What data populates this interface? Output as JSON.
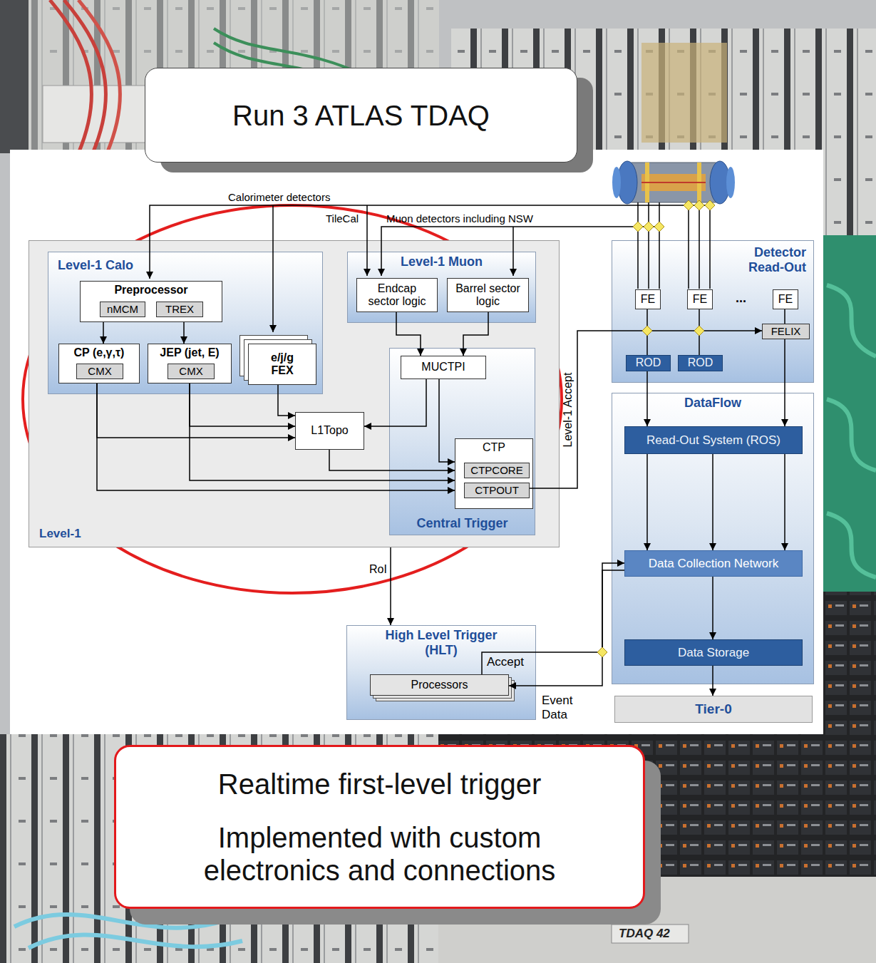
{
  "diagram": {
    "title": "Run 3 ATLAS TDAQ",
    "nodes": [
      {
        "text": [
          "Level-1"
        ]
      },
      {
        "text": [
          "Level-1 Calo"
        ],
        "in": 0
      },
      {
        "text": [
          "Preprocessor"
        ],
        "in": 1
      },
      {
        "text": [
          "nMCM"
        ],
        "in": 2
      },
      {
        "text": [
          "TREX"
        ],
        "in": 2
      },
      {
        "text": [
          "CP (e,γ,τ)"
        ],
        "in": 1
      },
      {
        "text": [
          "CMX"
        ],
        "in": 5
      },
      {
        "text": [
          "JEP (jet, E)"
        ],
        "in": 1
      },
      {
        "text": [
          "CMX"
        ],
        "in": 7
      },
      {
        "text": [
          "e/j/g FEX"
        ],
        "in": 1
      },
      {
        "text": [
          "Level-1 Muon"
        ],
        "in": 0
      },
      {
        "text": [
          "Endcap sector logic"
        ],
        "in": 10
      },
      {
        "text": [
          "Barrel sector logic"
        ],
        "in": 10
      },
      {
        "text": [
          "Central Trigger"
        ],
        "in": 0
      },
      {
        "text": [
          "MUCTPI"
        ],
        "in": 13
      },
      {
        "text": [
          "CTP"
        ],
        "in": 13
      },
      {
        "text": [
          "CTPCORE"
        ],
        "in": 15
      },
      {
        "text": [
          "CTPOUT"
        ],
        "in": 15
      },
      {
        "text": [
          "L1Topo"
        ],
        "in": 0
      },
      {
        "text": [
          "Detector Read-Out"
        ]
      },
      {
        "text": [
          "FE"
        ],
        "in": 19
      },
      {
        "text": [
          "FE"
        ],
        "in": 19
      },
      {
        "text": [
          "FE"
        ],
        "in": 19
      },
      {
        "text": [
          "FELIX"
        ],
        "in": 19
      },
      {
        "text": [
          "ROD"
        ],
        "in": 19
      },
      {
        "text": [
          "ROD"
        ],
        "in": 19
      },
      {
        "text": [
          "DataFlow"
        ]
      },
      {
        "text": [
          "Read-Out System (ROS)"
        ],
        "in": 26
      },
      {
        "text": [
          "Data Collection Network"
        ],
        "in": 26
      },
      {
        "text": [
          "Data Storage"
        ],
        "in": 26
      },
      {
        "text": [
          "Tier-0"
        ]
      },
      {
        "text": [
          "High Level Trigger (HLT)"
        ]
      },
      {
        "text": [
          "Processors"
        ],
        "in": 31
      },
      {
        "text": [
          "Realtime first-level trigger",
          "Implemented with custom electronics and connections"
        ]
      }
    ],
    "edges": [
      {
        "from": 2,
        "to": 5,
        "arrow": "to"
      },
      {
        "from": 2,
        "to": 7,
        "arrow": "to"
      },
      {
        "from": 11,
        "to": 14,
        "arrow": "to"
      },
      {
        "from": 12,
        "to": 14,
        "arrow": "to"
      },
      {
        "from": 9,
        "to": 18,
        "arrow": "to"
      },
      {
        "from": 7,
        "to": 18,
        "arrow": "to"
      },
      {
        "from": 5,
        "to": 18,
        "arrow": "to"
      },
      {
        "from": 14,
        "to": 18,
        "arrow": "to"
      },
      {
        "from": 14,
        "to": 15,
        "arrow": "to"
      },
      {
        "from": 18,
        "to": 15,
        "arrow": "to"
      },
      {
        "from": 7,
        "to": 15,
        "arrow": "to"
      },
      {
        "from": 5,
        "to": 15,
        "arrow": "to"
      },
      {
        "from": 17,
        "to": 23,
        "arrow": "to",
        "label": "Level-1 Accept"
      },
      {
        "from": 20,
        "to": 24,
        "arrow": "none"
      },
      {
        "from": 21,
        "to": 25,
        "arrow": "none"
      },
      {
        "from": 22,
        "to": 23,
        "arrow": "none"
      },
      {
        "from": 24,
        "to": 27,
        "arrow": "to"
      },
      {
        "from": 23,
        "to": 27,
        "arrow": "to"
      },
      {
        "from": 27,
        "to": 28,
        "arrow": "to"
      },
      {
        "from": 27,
        "to": 28,
        "arrow": "to"
      },
      {
        "from": 27,
        "to": 28,
        "arrow": "to"
      },
      {
        "from": 28,
        "to": 29,
        "arrow": "to"
      },
      {
        "from": 29,
        "to": 30,
        "arrow": "to"
      },
      {
        "from": 0,
        "to": 31,
        "arrow": "to",
        "label": "RoI"
      },
      {
        "from": 32,
        "to": 28,
        "arrow": "to",
        "label": "Accept"
      },
      {
        "from": 28,
        "to": 32,
        "arrow": "to",
        "label": "Event Data"
      }
    ],
    "labels": [
      "Calorimeter detectors",
      "TileCal",
      "Muon detectors including NSW",
      "...",
      "TDAQ 42"
    ]
  }
}
